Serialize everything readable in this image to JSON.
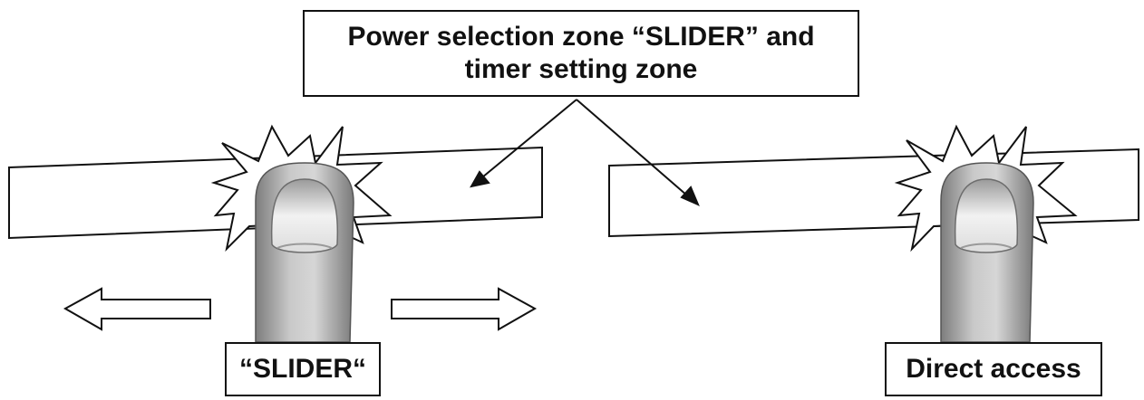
{
  "callout": {
    "line1": "Power selection zone “SLIDER” and",
    "line2": "timer setting zone"
  },
  "labels": {
    "slider": "“SLIDER“",
    "direct_access": "Direct access"
  },
  "colors": {
    "outline": "#111111",
    "finger_fill": "#bdbdbd",
    "finger_shadow": "#8f8f8f",
    "nail_fill": "#ececec"
  },
  "icons": [
    "finger-press-icon",
    "burst-icon",
    "arrow-left-icon",
    "arrow-right-icon"
  ]
}
